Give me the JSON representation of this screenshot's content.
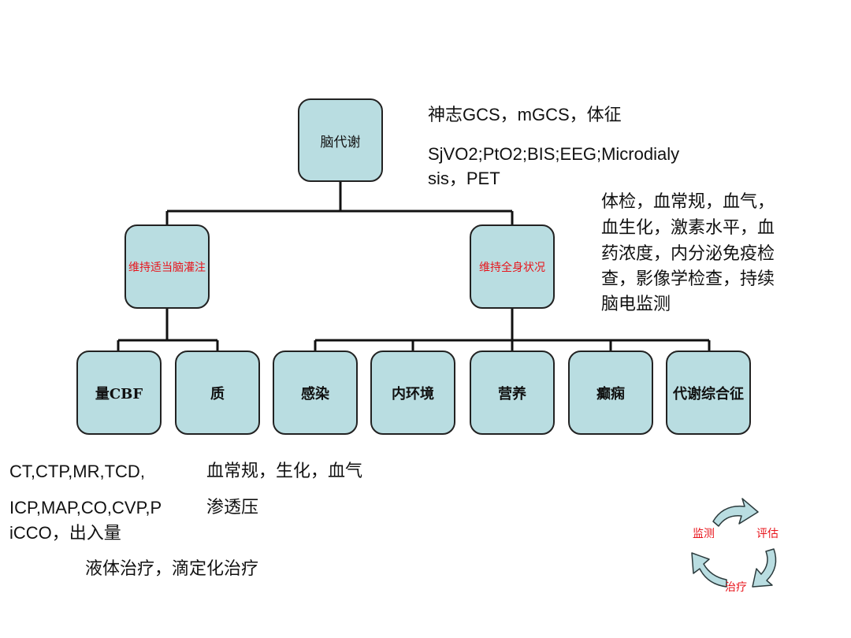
{
  "diagram": {
    "root": "脑代谢",
    "branches": {
      "left": "维持适当脑灌注",
      "right": "维持全身状况"
    },
    "leaves": [
      "量CBF",
      "质",
      "感染",
      "内环境",
      "营养",
      "癫痫",
      "代谢综合征"
    ]
  },
  "notes": {
    "top_line1": "神志GCS，mGCS，体征",
    "top_line2a": "SjVO2;PtO2;BIS;EEG;Microdialy",
    "top_line2b": "sis，PET",
    "right_block": [
      "体检，血常规，血气，",
      "血生化，激素水平，血",
      "药浓度，内分泌免疫检",
      "查，影像学检查，持续",
      "脑电监测"
    ],
    "bottom_left1": "CT,CTP,MR,TCD,",
    "bottom_left2a": "ICP,MAP,CO,CVP,P",
    "bottom_left2b": "iCCO，出入量",
    "bottom_mid1": "血常规，生化，血气",
    "bottom_mid2": "渗透压",
    "bottom_line3": "液体治疗，滴定化治疗"
  },
  "cycle": {
    "monitor": "监测",
    "evaluate": "评估",
    "treat": "治疗",
    "arrow_color": "#b9dde1"
  }
}
